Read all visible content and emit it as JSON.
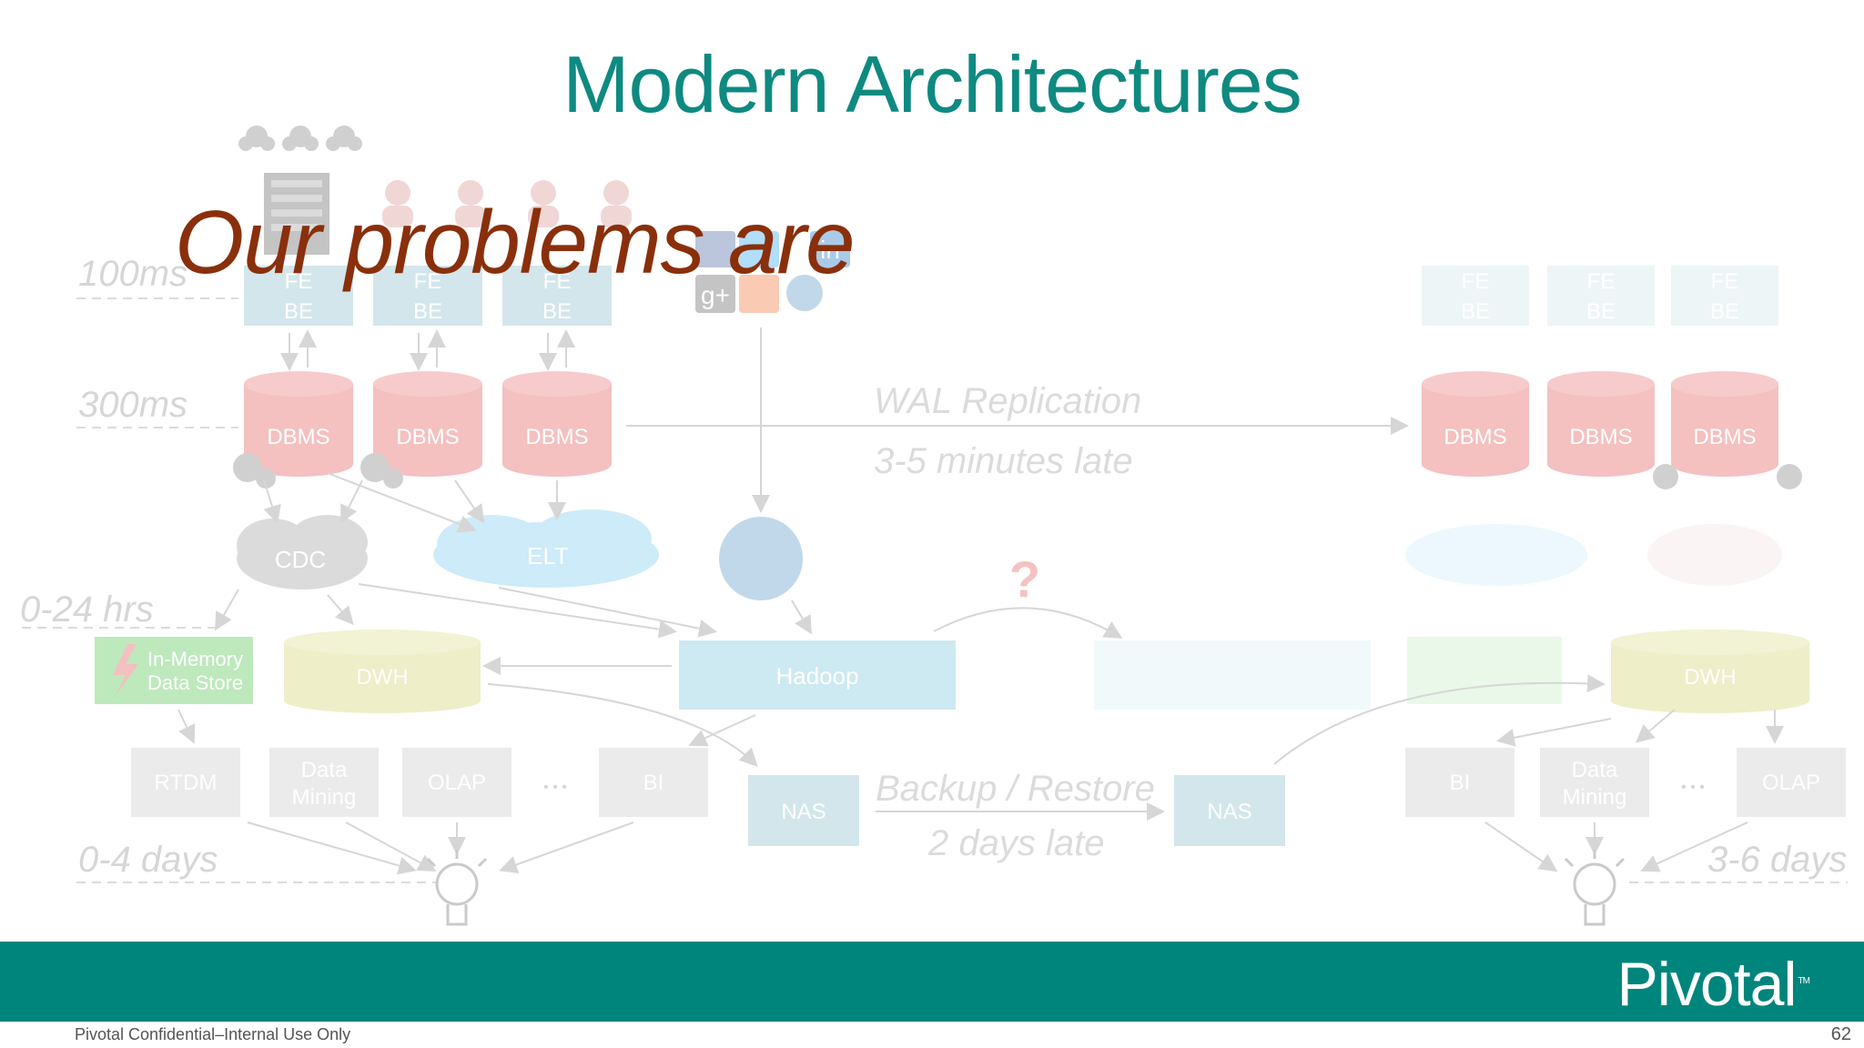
{
  "slide": {
    "title": "Modern Architectures",
    "overlay_text": "Our problems are",
    "footer": {
      "confidential": "Pivotal Confidential–Internal Use Only",
      "page_number": "62",
      "logo": "Pivotal",
      "logo_mark": "TM"
    },
    "colors": {
      "title": "#0e8a80",
      "overlay": "#8a2f0b",
      "footer_bar": "#00857d"
    }
  },
  "diagram": {
    "latency_labels": {
      "fe": "100ms",
      "dbms": "300ms",
      "etl": "0-24 hrs",
      "reports": "0-4 days",
      "dr_reports": "3-6 days"
    },
    "fe_be": {
      "fe": "FE",
      "be": "BE"
    },
    "dbms": "DBMS",
    "cdc": "CDC",
    "elt": "ELT",
    "question_mark": "?",
    "in_memory": [
      "In-Memory",
      "Data Store"
    ],
    "dwh": "DWH",
    "hadoop": "Hadoop",
    "rtdm": "RTDM",
    "data_mining": [
      "Data",
      "Mining"
    ],
    "olap": "OLAP",
    "ellipsis": "• • •",
    "bi": "BI",
    "nas": "NAS",
    "wal": {
      "title": "WAL Replication",
      "delay": "3-5 minutes late"
    },
    "backup": {
      "title": "Backup / Restore",
      "delay": "2 days late"
    },
    "social": {
      "linkedin": "in",
      "gplus": "g+"
    }
  }
}
